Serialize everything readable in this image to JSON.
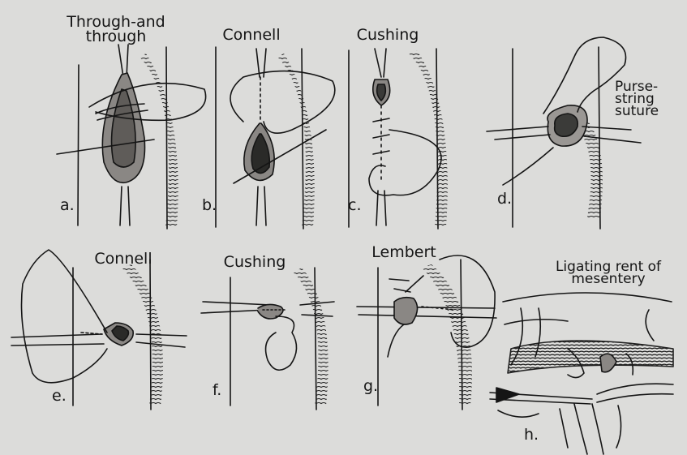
{
  "panels": [
    {
      "id": "a",
      "title": "Through-and\nthrough",
      "letter": "a."
    },
    {
      "id": "b",
      "title": "Connell",
      "letter": "b."
    },
    {
      "id": "c",
      "title": "Cushing",
      "letter": "c."
    },
    {
      "id": "d",
      "title": "Purse-\nstring\nsuture",
      "letter": "d."
    },
    {
      "id": "e",
      "title": "Connell",
      "letter": "e."
    },
    {
      "id": "f",
      "title": "Cushing",
      "letter": "f."
    },
    {
      "id": "g",
      "title": "Lembert",
      "letter": "g."
    },
    {
      "id": "h",
      "title": "Ligating rent of\nmesentery",
      "letter": "h."
    }
  ],
  "colors": {
    "ink": "#151515",
    "paper": "#dcdcda",
    "tissue": "#7a7a76"
  }
}
